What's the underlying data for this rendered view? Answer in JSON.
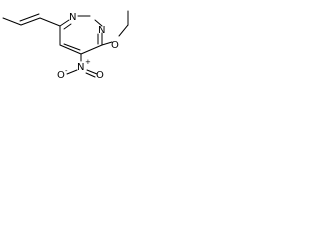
{
  "structure": {
    "ring_atoms": {
      "n_top": "N",
      "n_right": "N"
    },
    "ether": {
      "o_label": "O"
    },
    "nitro": {
      "n_label": "N",
      "n_charge": "+",
      "o_left_label": "O",
      "o_left_charge": "-",
      "o_right_label": "O"
    }
  }
}
